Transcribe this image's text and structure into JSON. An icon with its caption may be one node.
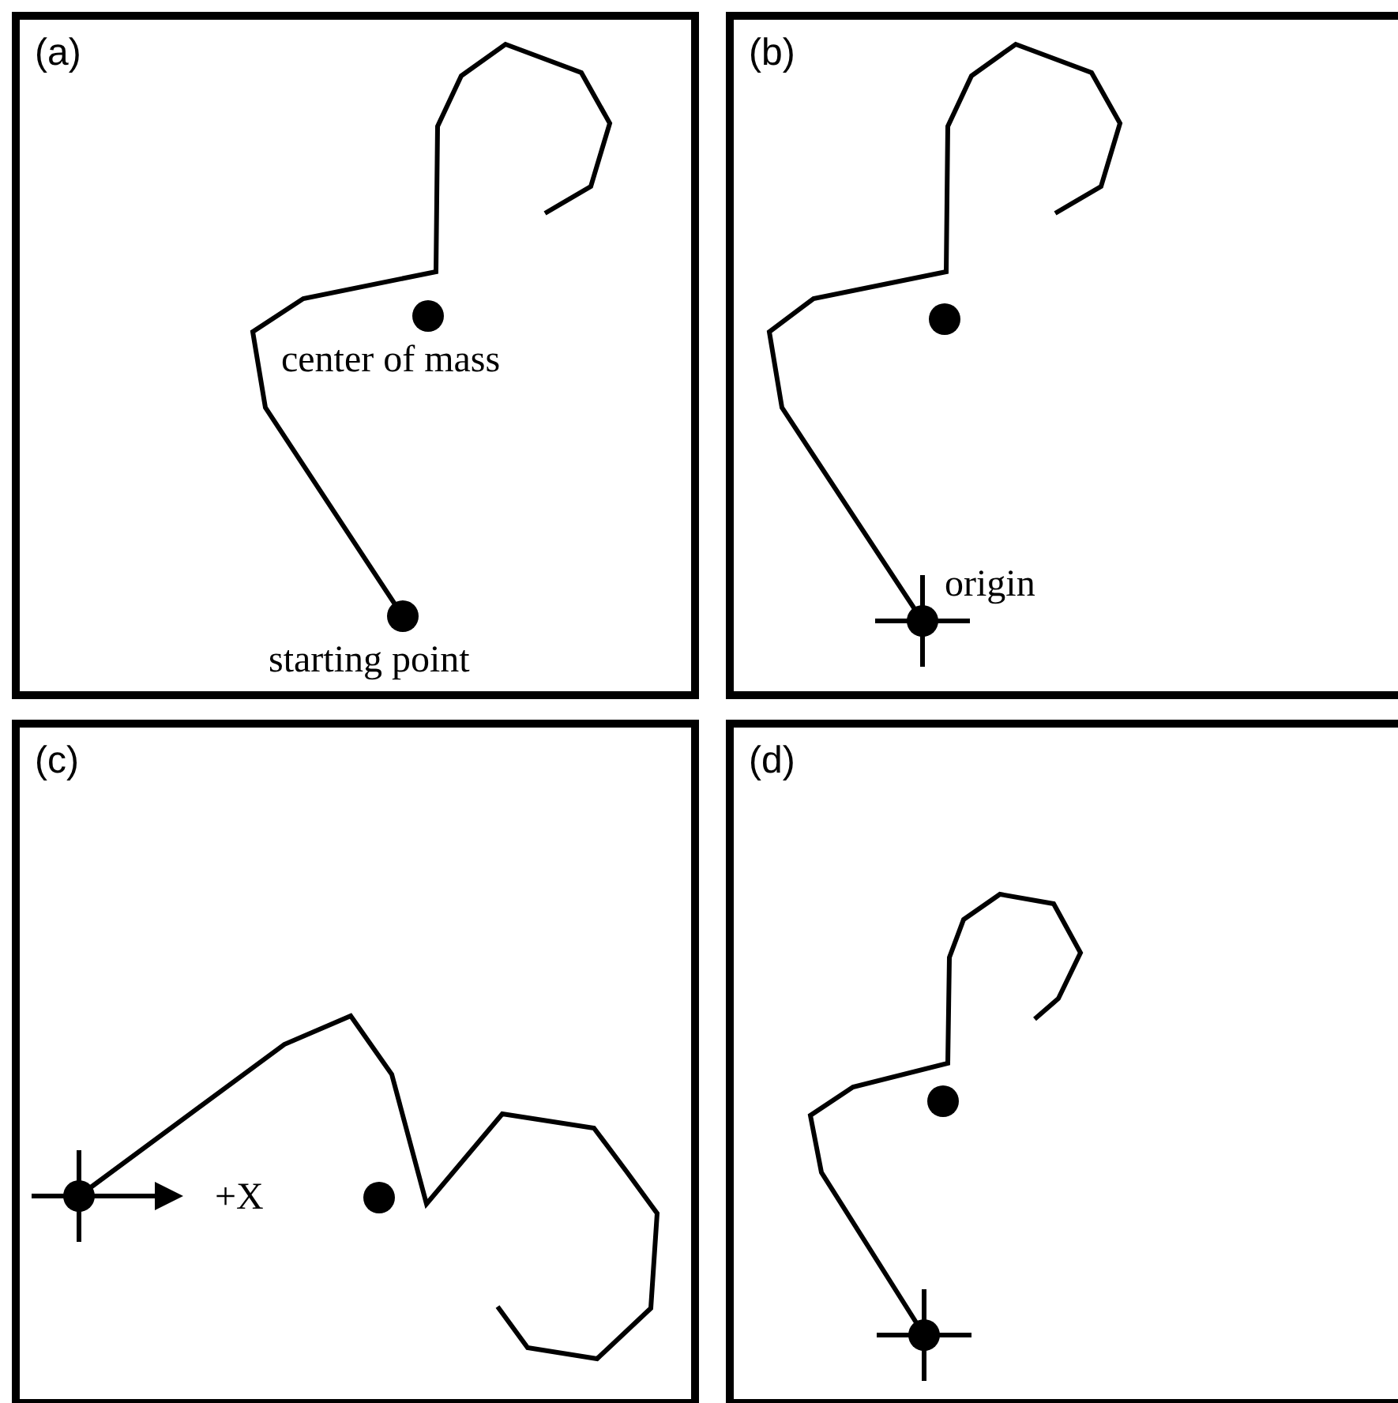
{
  "diagram": {
    "labels": [
      "(a)",
      "center of mass",
      "starting point",
      "(b)",
      "origin",
      "(c)",
      "+X",
      "(d)"
    ]
  }
}
